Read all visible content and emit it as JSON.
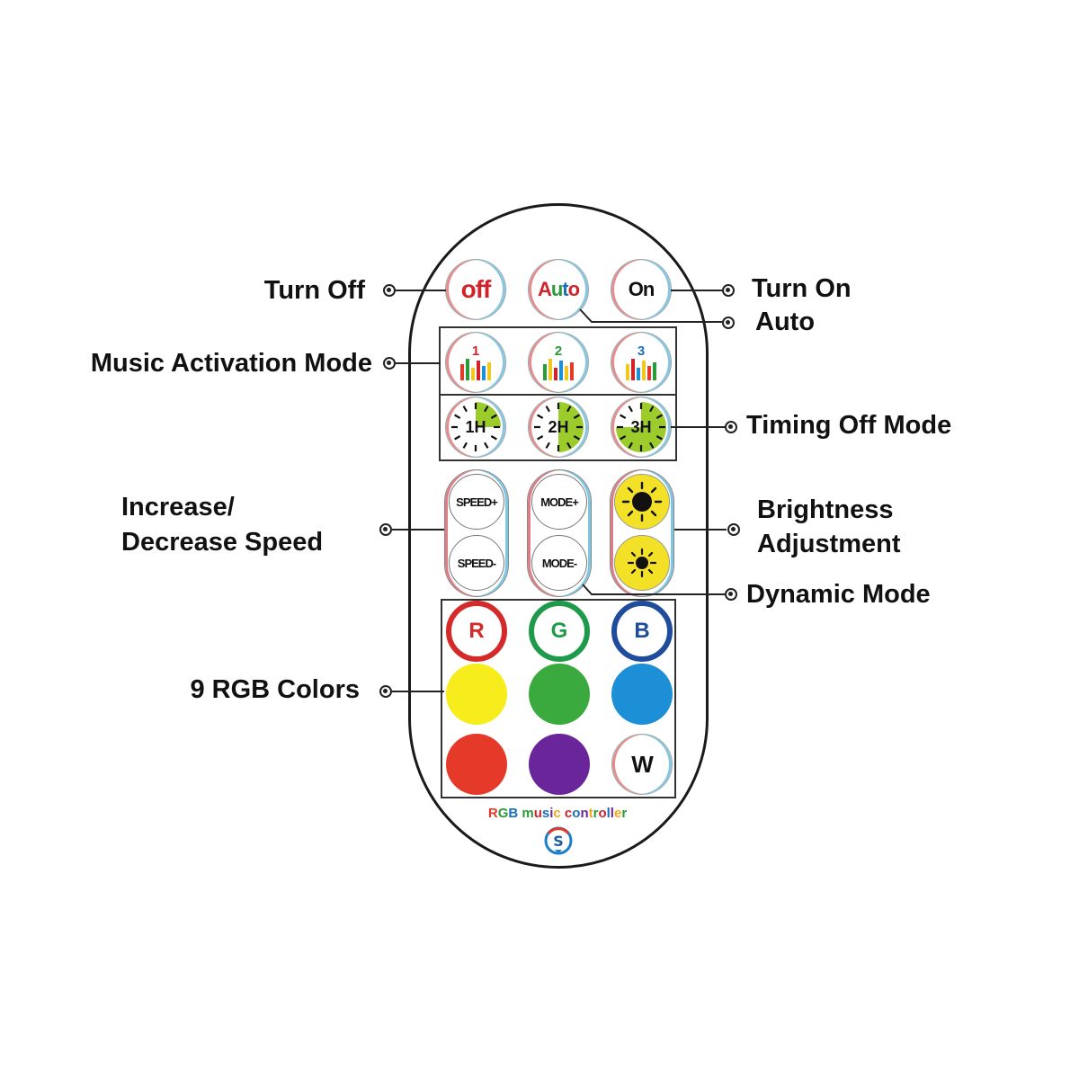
{
  "labels": {
    "turn_off": "Turn Off",
    "turn_on": "Turn On",
    "auto": "Auto",
    "music_activation": "Music Activation Mode",
    "timing_off": "Timing Off Mode",
    "speed_line1": "Increase/",
    "speed_line2": "Decrease Speed",
    "brightness_line1": "Brightness",
    "brightness_line2": "Adjustment",
    "dynamic": "Dynamic Mode",
    "rgb_colors": "9 RGB Colors"
  },
  "buttons": {
    "off": "off",
    "auto": "Auto",
    "on": "On",
    "music": [
      "1",
      "2",
      "3"
    ],
    "timers": [
      "1H",
      "2H",
      "3H"
    ],
    "speed_up": "SPEED+",
    "speed_down": "SPEED-",
    "mode_up": "MODE+",
    "mode_down": "MODE-",
    "r": "R",
    "g": "G",
    "b": "B",
    "w": "W"
  },
  "brand": {
    "title_part1": "RGB",
    "title_part2": "music controller",
    "logo_letter": "S"
  },
  "colors": {
    "red_ring": "#d42a2a",
    "green_ring": "#1f9a4a",
    "blue_ring": "#1f4c9c",
    "yellow": "#f7ec1c",
    "green": "#3aaa3e",
    "sky_blue": "#1c8fd6",
    "red": "#e53a2a",
    "purple": "#6a259a",
    "timer_green": "#9ccb2c",
    "sun_yellow": "#f2e127"
  },
  "icons": {
    "music": "equalizer-bars-icon",
    "timer": "clock-dial-icon",
    "brightness": "sun-icon",
    "callout": "callout-dot-icon"
  }
}
